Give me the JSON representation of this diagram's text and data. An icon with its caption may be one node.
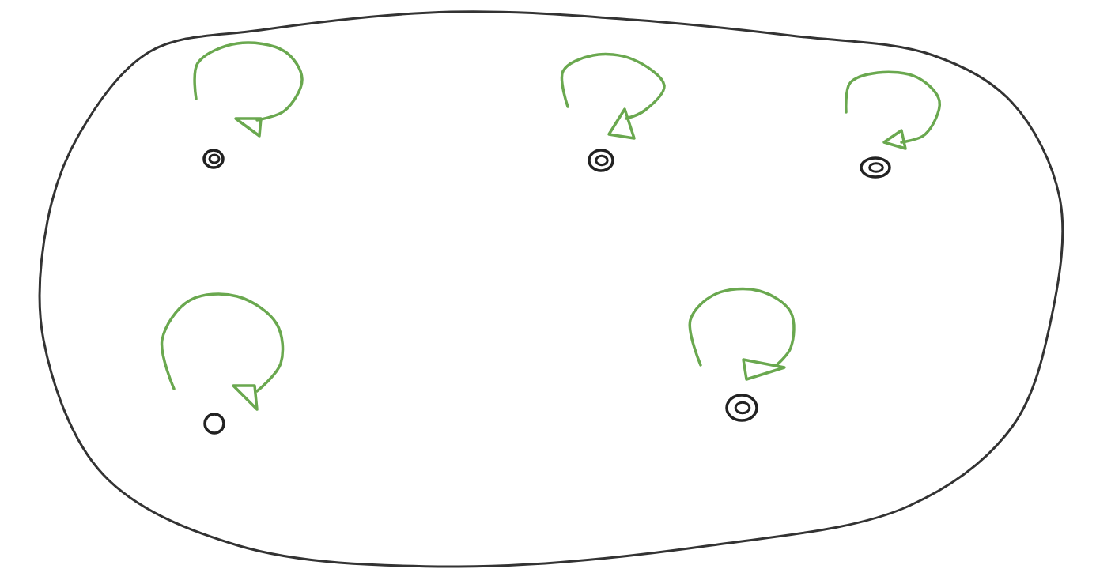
{
  "diagram": {
    "nodes": [
      {
        "text": [],
        "shape": "blob"
      },
      {
        "text": [],
        "shape": "circle",
        "in": 0
      },
      {
        "text": [],
        "shape": "circle",
        "in": 0
      },
      {
        "text": [],
        "shape": "circle",
        "in": 0
      },
      {
        "text": [],
        "shape": "circle",
        "in": 0
      },
      {
        "text": [],
        "shape": "circle",
        "in": 0
      }
    ]
  }
}
